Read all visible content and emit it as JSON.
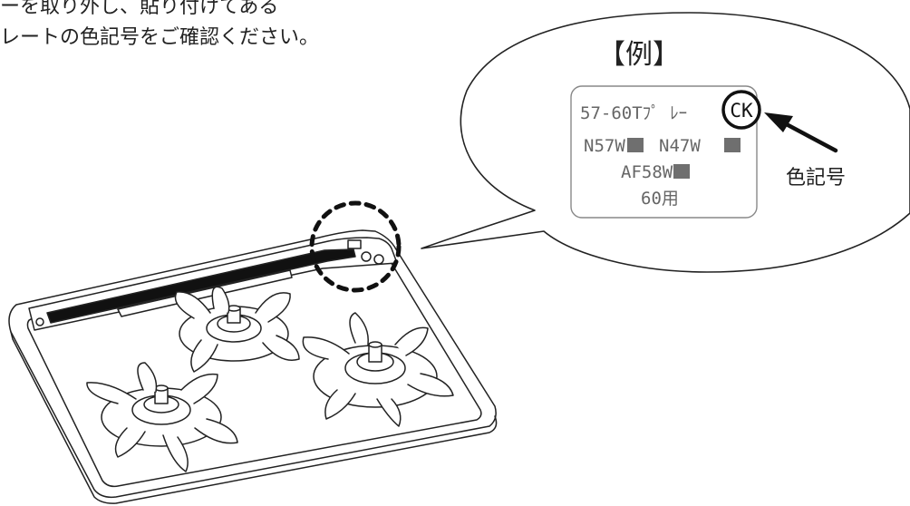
{
  "instructions": {
    "line1": "ーを取り外し、貼り付けてある",
    "line2": "レートの色記号をご確認ください。"
  },
  "callout": {
    "heading": "【例】",
    "plate_lines": {
      "line1_prefix": "57-60Tﾌﾟ ﾚｰ",
      "color_code": "CK",
      "line2a": "N57W",
      "line2b": "N47W",
      "line3": "AF58W",
      "line4": "60用"
    },
    "pointer_label": "色記号"
  }
}
